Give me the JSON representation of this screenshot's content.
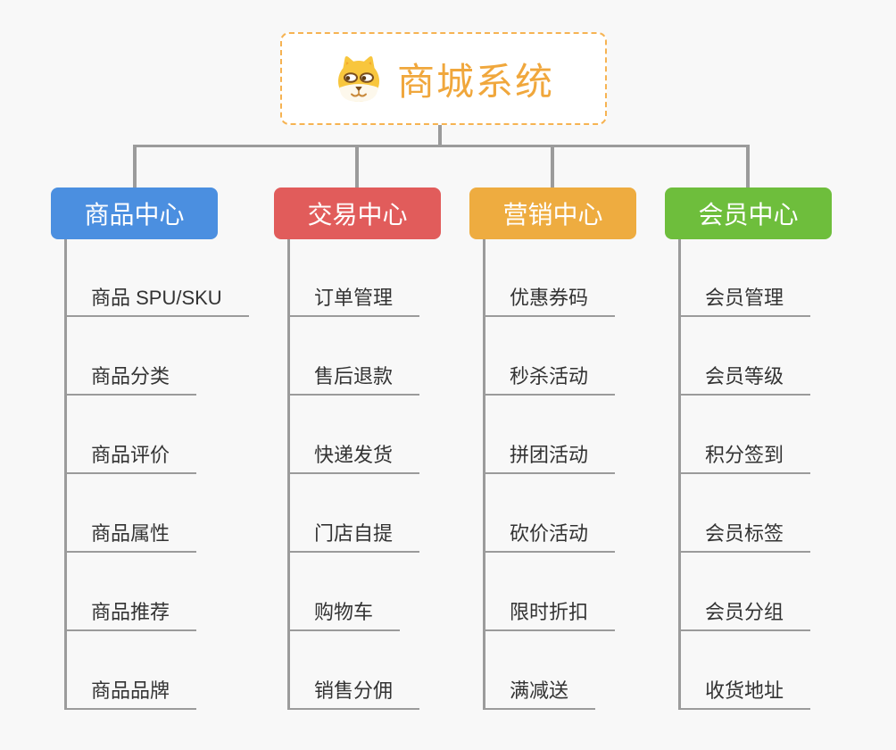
{
  "root": {
    "title": "商城系统",
    "title_color": "#F0A73C",
    "border_color": "#F6B352",
    "icon": "dog-icon"
  },
  "colors": {
    "background": "#F8F8F8",
    "connector": "#9B9B9B",
    "child_underline": "#9B9B9B",
    "child_text": "#333333"
  },
  "branches": [
    {
      "label": "商品中心",
      "color": "#4B8FE0",
      "items": [
        "商品 SPU/SKU",
        "商品分类",
        "商品评价",
        "商品属性",
        "商品推荐",
        "商品品牌"
      ]
    },
    {
      "label": "交易中心",
      "color": "#E15C5B",
      "items": [
        "订单管理",
        "售后退款",
        "快递发货",
        "门店自提",
        "购物车",
        "销售分佣"
      ]
    },
    {
      "label": "营销中心",
      "color": "#EEAC40",
      "items": [
        "优惠券码",
        "秒杀活动",
        "拼团活动",
        "砍价活动",
        "限时折扣",
        "满减送"
      ]
    },
    {
      "label": "会员中心",
      "color": "#6EBE3C",
      "items": [
        "会员管理",
        "会员等级",
        "积分签到",
        "会员标签",
        "会员分组",
        "收货地址"
      ]
    }
  ]
}
